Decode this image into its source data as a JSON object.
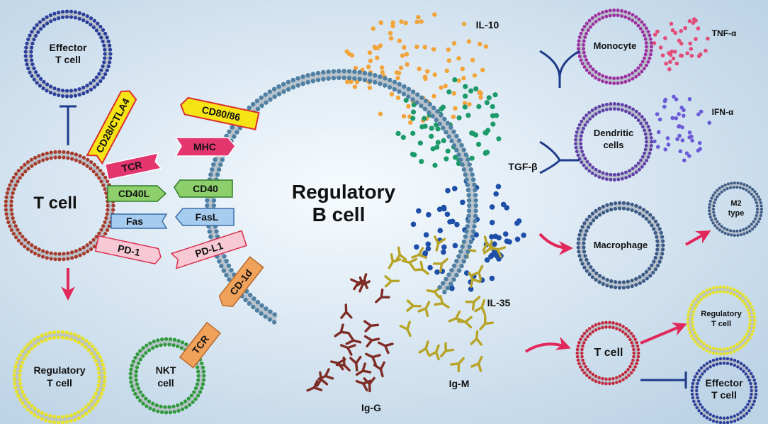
{
  "center": {
    "line1": "Regulatory",
    "line2": "B cell"
  },
  "left": {
    "tcell": "T cell",
    "effector": {
      "line1": "Effector",
      "line2": "T cell"
    },
    "regulatory": {
      "line1": "Regulatory",
      "line2": "T cell"
    },
    "nkt": {
      "line1": "NKT",
      "line2": "cell"
    }
  },
  "tcell_receptors": {
    "cd28": "CD28/CTLA4",
    "tcr": "TCR",
    "cd40l": "CD40L",
    "fas": "Fas",
    "pd1": "PD-1"
  },
  "bcell_ligands": {
    "cd80": "CD80/86",
    "mhc": "MHC",
    "cd40": "CD40",
    "fasl": "FasL",
    "pdl1": "PD-L1",
    "cd1d": "CD-1d"
  },
  "nkt_tcr": "TCR",
  "cytokines": {
    "il10": "IL-10",
    "tgfb": "TGF-β",
    "il35": "IL-35"
  },
  "antibodies": {
    "igg": "Ig-G",
    "igm": "Ig-M"
  },
  "right": {
    "monocyte": "Monocyte",
    "tnfa": "TNF-α",
    "dendritic": {
      "line1": "Dendritic",
      "line2": "cells"
    },
    "ifna": "IFN-α",
    "macrophage": "Macrophage",
    "m2": {
      "line1": "M2",
      "line2": "type"
    },
    "tcell": "T cell",
    "regulatory": {
      "line1": "Regulatory",
      "line2": "T cell"
    },
    "effector": {
      "line1": "Effector",
      "line2": "T cell"
    }
  },
  "colors": {
    "background": "#dfe9f3",
    "effector": "#2b3e9a",
    "tcell": "#a73a2a",
    "regulatory": "#e7e32a",
    "nkt": "#2f9a3a",
    "bcell": "#4f80a3",
    "il10": "#f2a33a",
    "tgfb": "#1c9a6a",
    "il35": "#1e4fa8",
    "igg": "#7e2c24",
    "igm": "#b7a326",
    "monocyte": "#9c2ea0",
    "tnfa": "#e34b78",
    "dendritic": "#5f3fa8",
    "ifna": "#6a5ad6",
    "macrophage": "#3c5a86",
    "arrow": "#e0285a",
    "inhibit": "#1e3a8a"
  }
}
